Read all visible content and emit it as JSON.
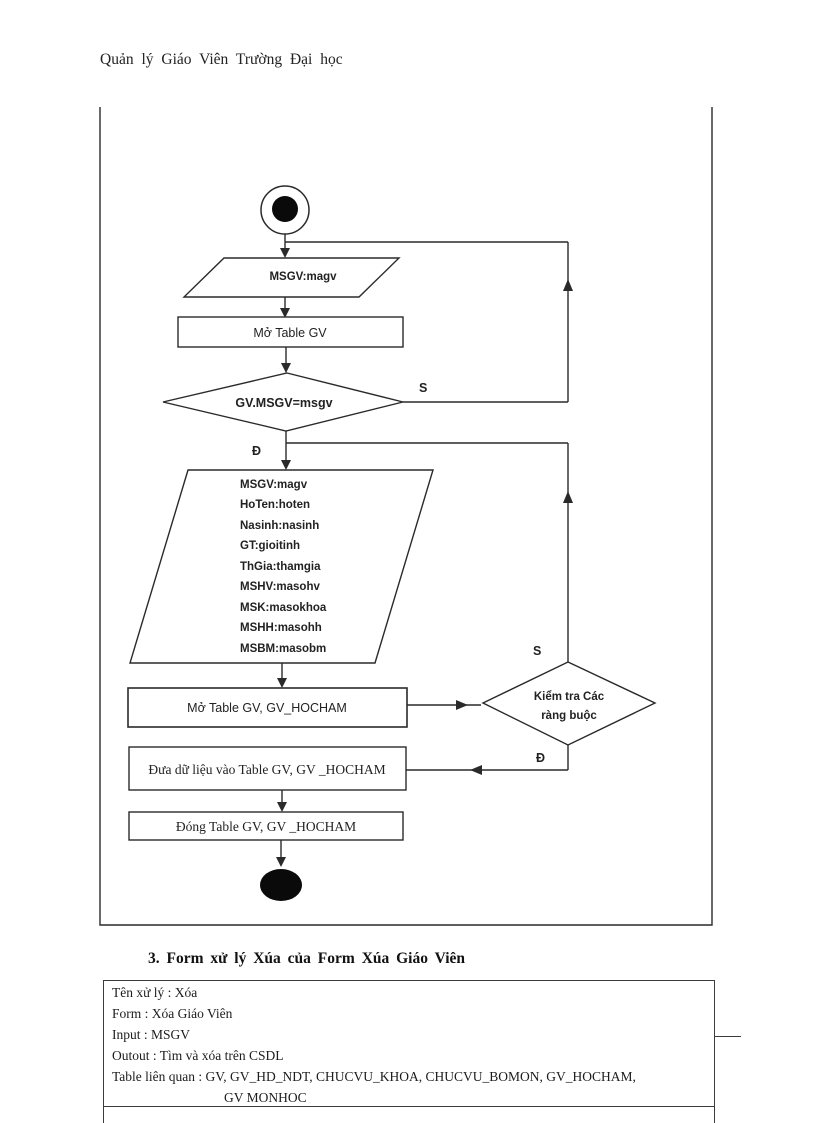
{
  "page": {
    "header": "Quản lý Giáo Viên Trường Đại học",
    "section_heading": "3. Form  xử lý Xúa  của Form  Xúa Giáo  Viên"
  },
  "flowchart": {
    "input_shape": "MSGV:magv",
    "open_table_gv": "Mở Table  GV",
    "decision_find": "GV.MSGV=msgv",
    "branch_yes": "S",
    "branch_no": "Đ",
    "data_fields": [
      "MSGV:magv",
      "HoTen:hoten",
      "Nasinh:nasinh",
      "GT:gioitinh",
      "ThGia:thamgia",
      "MSHV:masohv",
      "MSK:masokhoa",
      "MSHH:masohh",
      "MSBM:masobm"
    ],
    "open_table_gv_hocham": "Mở Table  GV,  GV_HOCHAM",
    "decision_check_line1": "Kiểm tra Các",
    "decision_check_line2": "ràng buộc",
    "insert_data": "Đưa dữ liệu vào Table GV,  GV _HOCHAM",
    "close_table": "Đóng  Table  GV,  GV _HOCHAM"
  },
  "table": {
    "rows": [
      "Tên xử lý  :  Xóa",
      "Form  :  Xóa Giáo  Viên",
      "Input  :  MSGV",
      "Outout  :  Tìm  và xóa trên CSDL",
      "Table liên  quan :  GV,  GV_HD_NDT, CHUCVU_KHOA,  CHUCVU_BOMON,  GV_HOCHAM,",
      "GV   MONHOC"
    ]
  },
  "colors": {
    "ink": "#2a2a2a",
    "paper": "#ffffff"
  }
}
